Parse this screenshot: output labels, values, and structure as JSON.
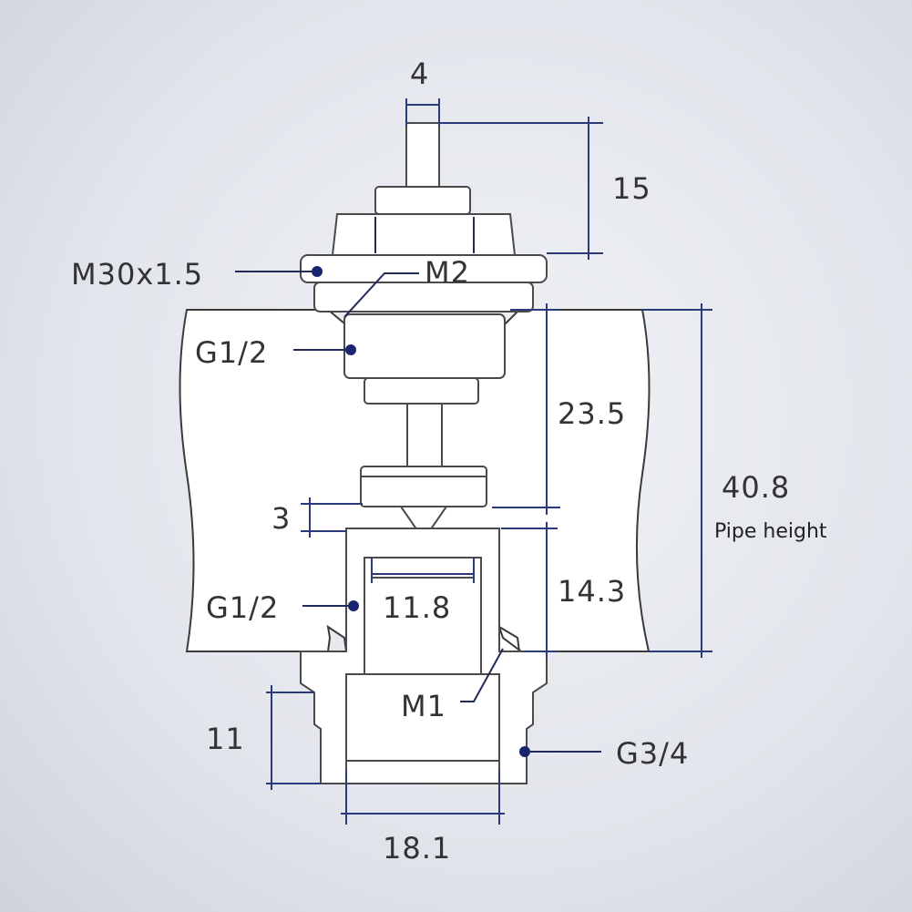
{
  "colors": {
    "dimension_line": "#2b3a7a",
    "leader_dot": "#1a2570",
    "outline": "#4a4a4a"
  },
  "dimensions": {
    "stem_width": "4",
    "stem_height": "15",
    "insert_depth": "23.5",
    "gap": "3",
    "lower_length": "14.3",
    "inner_diameter": "11.8",
    "pipe_height_value": "40.8",
    "pipe_height_label": "Pipe height",
    "body_length": "11",
    "body_diameter": "18.1"
  },
  "threads": {
    "nut_thread": "M30x1.5",
    "m2": "M2",
    "upper_thread": "G1/2",
    "lower_thread": "G1/2",
    "m1": "M1",
    "outlet_thread": "G3/4"
  }
}
